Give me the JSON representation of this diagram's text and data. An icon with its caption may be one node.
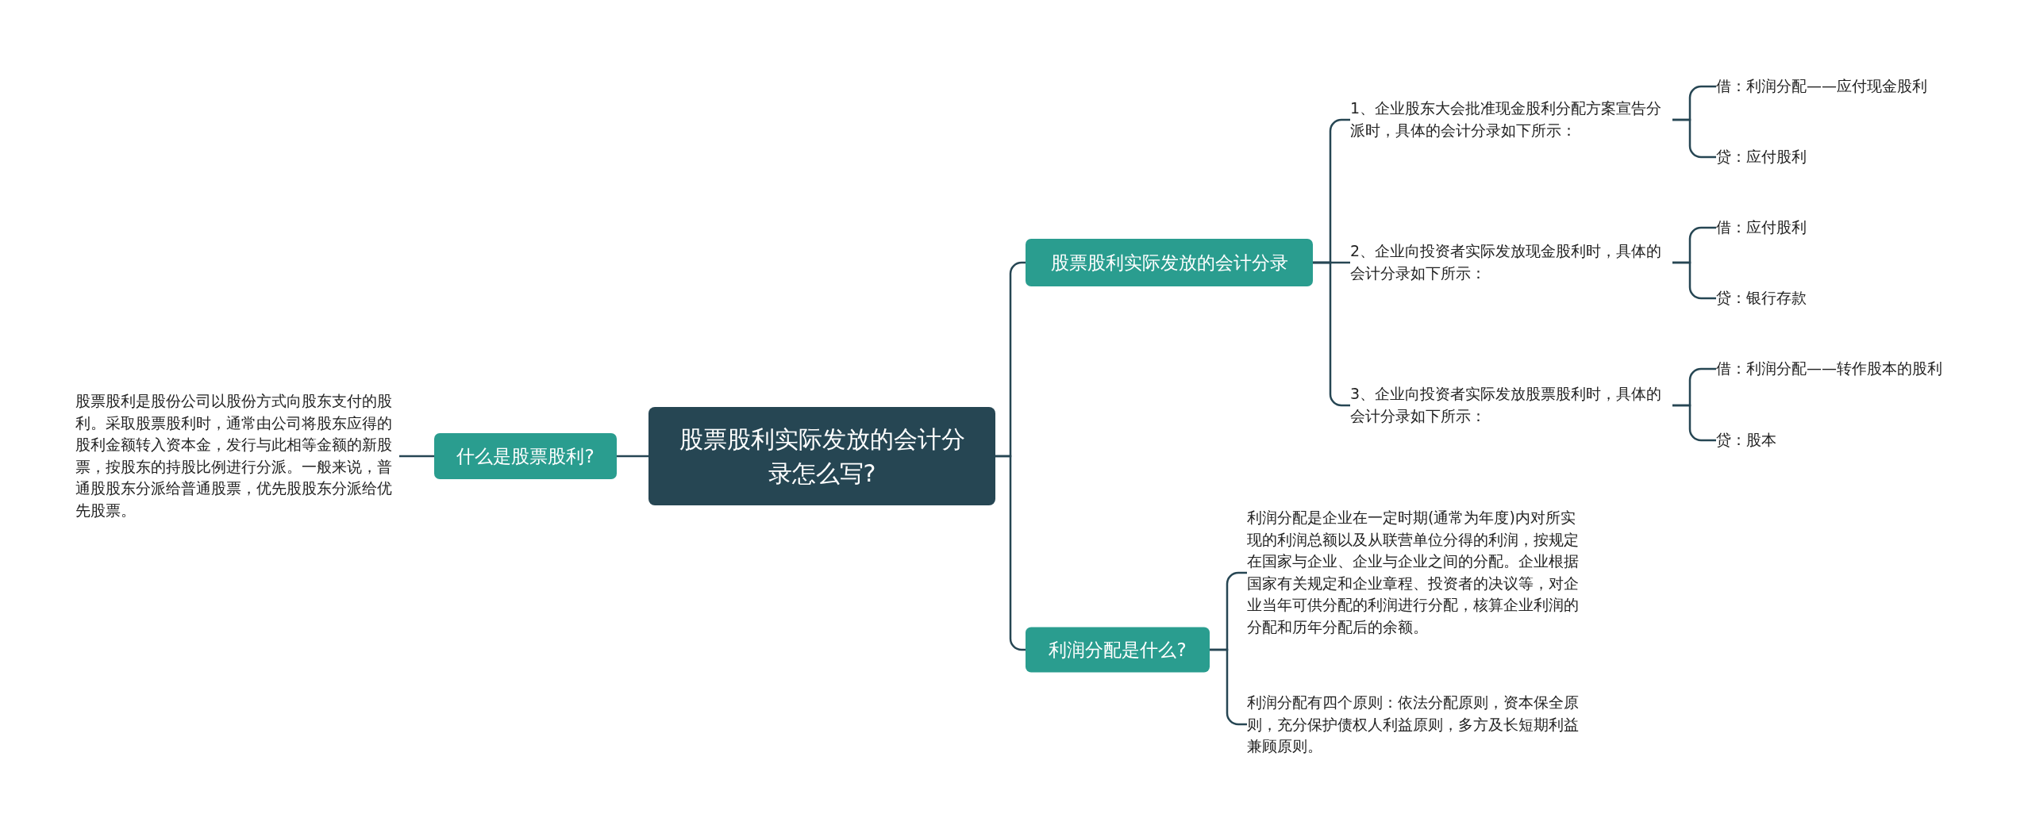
{
  "diagram": {
    "nodes": [
      {
        "text": [
          "股票股利实际发放的会计分录怎么写?"
        ]
      },
      {
        "text": [
          "什么是股票股利?"
        ]
      },
      {
        "text": [
          "股票股利是股份公司以股份方式向股东支付的股利。采取股票股利时，通常由公司将股东应得的股利金额转入资本金，发行与此相等金额的新股票，按股东的持股比例进行分派。一般来说，普通股股东分派给普通股票，优先股股东分派给优先股票。"
        ]
      },
      {
        "text": [
          "股票股利实际发放的会计分录"
        ]
      },
      {
        "text": [
          "1、企业股东大会批准现金股利分配方案宣告分派时，具体的会计分录如下所示："
        ]
      },
      {
        "text": [
          "借：利润分配——应付现金股利"
        ]
      },
      {
        "text": [
          "贷：应付股利"
        ]
      },
      {
        "text": [
          "2、企业向投资者实际发放现金股利时，具体的会计分录如下所示："
        ]
      },
      {
        "text": [
          "借：应付股利"
        ]
      },
      {
        "text": [
          "贷：银行存款"
        ]
      },
      {
        "text": [
          "3、企业向投资者实际发放股票股利时，具体的会计分录如下所示："
        ]
      },
      {
        "text": [
          "借：利润分配——转作股本的股利"
        ]
      },
      {
        "text": [
          "贷：股本"
        ]
      },
      {
        "text": [
          "利润分配是什么?"
        ]
      },
      {
        "text": [
          "利润分配是企业在一定时期(通常为年度)内对所实现的利润总额以及从联营单位分得的利润，按规定在国家与企业、企业与企业之间的分配。企业根据国家有关规定和企业章程、投资者的决议等，对企业当年可供分配的利润进行分配，核算企业利润的分配和历年分配后的余额。"
        ]
      },
      {
        "text": [
          "利润分配有四个原则：依法分配原则，资本保全原则，充分保护债权人利益原则，多方及长短期利益兼顾原则。"
        ]
      }
    ],
    "edges": [
      {
        "from": 0,
        "to": 1,
        "arrow": "none"
      },
      {
        "from": 1,
        "to": 2,
        "arrow": "none"
      },
      {
        "from": 0,
        "to": 3,
        "arrow": "none"
      },
      {
        "from": 3,
        "to": 4,
        "arrow": "none"
      },
      {
        "from": 4,
        "to": 5,
        "arrow": "none"
      },
      {
        "from": 4,
        "to": 6,
        "arrow": "none"
      },
      {
        "from": 3,
        "to": 7,
        "arrow": "none"
      },
      {
        "from": 7,
        "to": 8,
        "arrow": "none"
      },
      {
        "from": 7,
        "to": 9,
        "arrow": "none"
      },
      {
        "from": 3,
        "to": 10,
        "arrow": "none"
      },
      {
        "from": 10,
        "to": 11,
        "arrow": "none"
      },
      {
        "from": 10,
        "to": 12,
        "arrow": "none"
      },
      {
        "from": 0,
        "to": 13,
        "arrow": "none"
      },
      {
        "from": 13,
        "to": 14,
        "arrow": "none"
      },
      {
        "from": 13,
        "to": 15,
        "arrow": "none"
      }
    ]
  }
}
